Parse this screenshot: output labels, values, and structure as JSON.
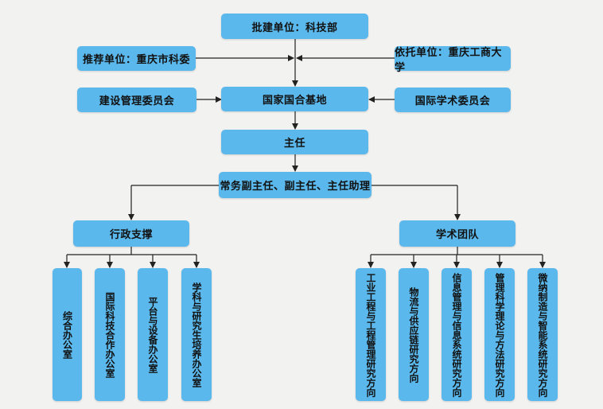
{
  "org_chart": {
    "approval": "批建单位：科技部",
    "recommend": "推荐单位：重庆市科委",
    "host": "依托单位：重庆工商大学",
    "construction_committee": "建设管理委员会",
    "base": "国家国合基地",
    "academic_committee": "国际学术委员会",
    "director": "主任",
    "deputies": "常务副主任、副主任、主任助理",
    "admin": {
      "title": "行政支撑",
      "offices": [
        "综合办公室",
        "国际科技合作办公室",
        "平台与设备办公室",
        "学科与研究生培养办公室"
      ]
    },
    "academic": {
      "title": "学术团队",
      "directions": [
        "工业工程与工程管理研究方向",
        "物流与供应链研究方向",
        "信息管理与信息系统研究方向",
        "管理科学理论与方法研究方向",
        "微纳制造与智能系统研究方向"
      ]
    }
  },
  "colors": {
    "box": "#5bb8ec",
    "line": "#222222",
    "background": "#f2f2f0"
  }
}
